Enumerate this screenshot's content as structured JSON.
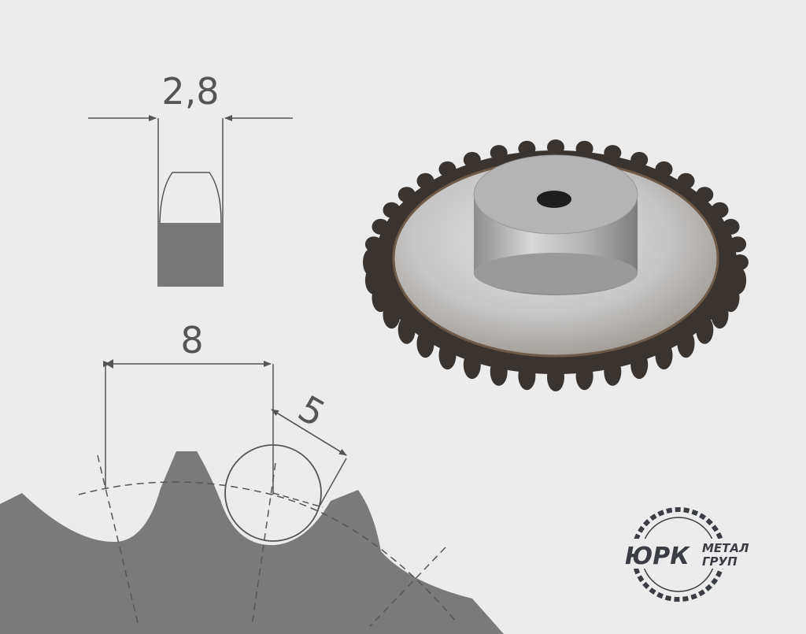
{
  "dimensions": {
    "width": "2,8",
    "pitch": "8",
    "roller": "5"
  },
  "logo": {
    "main": "ЮРК",
    "line1": "МЕТАЛ",
    "line2": "ГРУП"
  },
  "colors": {
    "background": "#ececec",
    "profile_fill": "#7a7a7a",
    "line": "#555555",
    "sprocket_steel": "#c8c8c8",
    "sprocket_teeth": "#3a3430"
  },
  "icons": {
    "product": "sprocket-photo",
    "logo_emblem": "chain-ring-icon"
  }
}
